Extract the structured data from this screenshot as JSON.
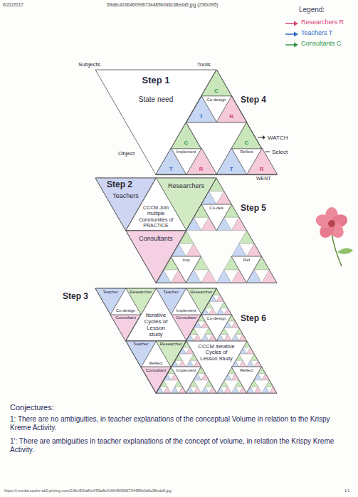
{
  "diagram": {
    "nodes": [
      {
        "text": [
          "Step 1",
          "State need"
        ]
      },
      {
        "text": [
          "Step 4"
        ]
      },
      {
        "text": [
          "Co-design"
        ],
        "in": 1
      },
      {
        "text": [
          "C"
        ],
        "in": 2
      },
      {
        "text": [
          "T"
        ],
        "in": 2
      },
      {
        "text": [
          "R"
        ],
        "in": 2
      },
      {
        "text": [
          "Implement"
        ],
        "in": 1
      },
      {
        "text": [
          "C"
        ],
        "in": 6
      },
      {
        "text": [
          "T"
        ],
        "in": 6
      },
      {
        "text": [
          "R"
        ],
        "in": 6
      },
      {
        "text": [
          "Reflect"
        ],
        "in": 1
      },
      {
        "text": [
          "C"
        ],
        "in": 10
      },
      {
        "text": [
          "T"
        ],
        "in": 10
      },
      {
        "text": [
          "R"
        ],
        "in": 10
      },
      {
        "text": [
          "Step 2"
        ]
      },
      {
        "text": [
          "Teachers"
        ],
        "in": 14
      },
      {
        "text": [
          "Researchers"
        ],
        "in": 14
      },
      {
        "text": [
          "CCCM Join multiple Communities of PRACTICE"
        ],
        "in": 14
      },
      {
        "text": [
          "Consultants"
        ],
        "in": 14
      },
      {
        "text": [
          "Step 5"
        ]
      },
      {
        "text": [
          "Co-des"
        ],
        "in": 19
      },
      {
        "text": [
          "Imp"
        ],
        "in": 19
      },
      {
        "text": [
          "Ref"
        ],
        "in": 19
      },
      {
        "text": [
          "Step 3"
        ]
      },
      {
        "text": [
          "Co-design"
        ],
        "in": 23
      },
      {
        "text": [
          "Teacher"
        ],
        "in": 24
      },
      {
        "text": [
          "Researcher"
        ],
        "in": 24
      },
      {
        "text": [
          "Consultant"
        ],
        "in": 24
      },
      {
        "text": [
          "Implement"
        ],
        "in": 23
      },
      {
        "text": [
          "Teacher"
        ],
        "in": 28
      },
      {
        "text": [
          "Researcher"
        ],
        "in": 28
      },
      {
        "text": [
          "Consultant"
        ],
        "in": 28
      },
      {
        "text": [
          "Iterative Cycles of Lesson study"
        ],
        "in": 23
      },
      {
        "text": [
          "Reflect"
        ],
        "in": 23
      },
      {
        "text": [
          "Teacher"
        ],
        "in": 33
      },
      {
        "text": [
          "Researcher"
        ],
        "in": 33
      },
      {
        "text": [
          "Consultant"
        ],
        "in": 33
      },
      {
        "text": [
          "Step 6"
        ]
      },
      {
        "text": [
          "Co-design"
        ],
        "in": 37
      },
      {
        "text": [
          "CCCM iterative Cycles of Lesson Study"
        ],
        "in": 37
      },
      {
        "text": [
          "Implement"
        ],
        "in": 37
      },
      {
        "text": [
          "Reflect"
        ],
        "in": 37
      }
    ],
    "labels": [
      "6/22/2017",
      "59a8c4166460996734489b0d6c38eda5.jpg (236x395)",
      "Legend:",
      "Subjects",
      "Tools",
      "Object",
      "WATCH",
      "Select",
      "WENT",
      "Conjectures:",
      "1: There are no ambiguities, in teacher explanations of the conceptual Volume in relation to the Krispy Kreme Activity.",
      "1': There are ambiguities in teacher explanations of the concept of volume, in relation the Krispy Kreme Activity.",
      "https://i.media-cache-ak0.pinimg.com/236x/59/a8/c4/59a8c4166460996734489b0d6c38eda5.jpg",
      "1/1"
    ],
    "legend": [
      {
        "text": "Researchers R",
        "color": "#d6457a"
      },
      {
        "text": "Teachers T",
        "color": "#2f6bc4"
      },
      {
        "text": "Consultants C",
        "color": "#2e9a48"
      }
    ]
  }
}
